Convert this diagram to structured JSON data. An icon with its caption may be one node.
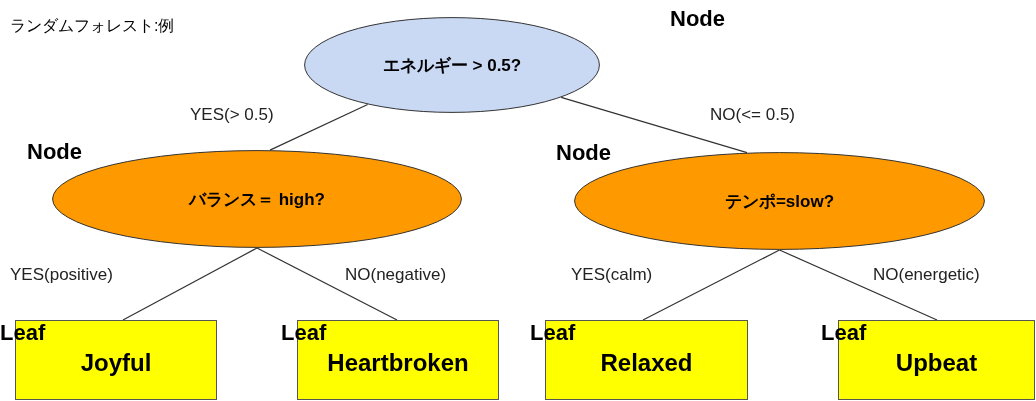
{
  "diagram": {
    "title": "ランダムフォレスト:例",
    "nodes": [
      {
        "text": [
          "Node",
          "エネルギー > 0.5?"
        ]
      },
      {
        "text": [
          "Node",
          "バランス＝ high?"
        ]
      },
      {
        "text": [
          "Node",
          "テンポ=slow?"
        ]
      },
      {
        "text": [
          "Leaf",
          "Joyful"
        ]
      },
      {
        "text": [
          "Leaf",
          "Heartbroken"
        ]
      },
      {
        "text": [
          "Leaf",
          "Relaxed"
        ]
      },
      {
        "text": [
          "Leaf",
          "Upbeat"
        ]
      }
    ],
    "edges": [
      {
        "from": 0,
        "to": 1,
        "arrow": "none",
        "label": "YES(> 0.5)"
      },
      {
        "from": 0,
        "to": 2,
        "arrow": "none",
        "label": "NO(<= 0.5)"
      },
      {
        "from": 1,
        "to": 3,
        "arrow": "none",
        "label": "YES(positive)"
      },
      {
        "from": 1,
        "to": 4,
        "arrow": "none",
        "label": "NO(negative)"
      },
      {
        "from": 2,
        "to": 5,
        "arrow": "none",
        "label": "YES(calm)"
      },
      {
        "from": 2,
        "to": 6,
        "arrow": "none",
        "label": "NO(energetic)"
      }
    ]
  }
}
